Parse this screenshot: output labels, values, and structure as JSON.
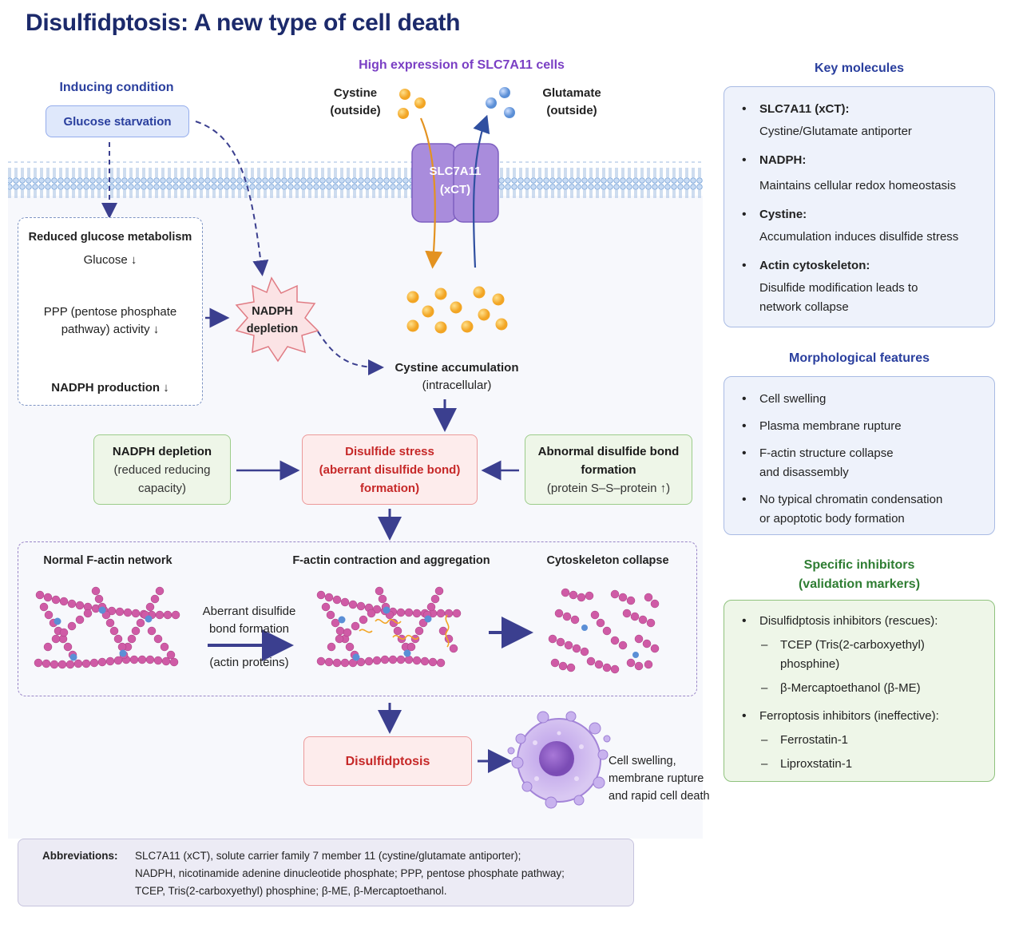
{
  "title": "Disulfidptosis: A new type of cell death",
  "header_high_expression": "High expression of SLC7A11 cells",
  "inducing": {
    "heading": "Inducing condition",
    "glucose_box": "Glucose starvation",
    "metab_title": "Reduced glucose metabolism",
    "glucose_down": "Glucose ↓",
    "ppp_line1": "PPP (pentose phosphate",
    "ppp_line2": "pathway) activity ↓",
    "nadph_production": "NADPH production ↓"
  },
  "nadph_burst": {
    "line1": "NADPH",
    "line2": "depletion"
  },
  "transporter": {
    "cystine_label_1": "Cystine",
    "cystine_label_2": "(outside)",
    "glutamate_label_1": "Glutamate",
    "glutamate_label_2": "(outside)",
    "name_1": "SLC7A11",
    "name_2": "(xCT)"
  },
  "cystine_accumulation": {
    "line1": "Cystine accumulation",
    "line2": "(intracellular)"
  },
  "middle_row": {
    "left_1": "NADPH depletion",
    "left_2": "(reduced reducing",
    "left_3": "capacity)",
    "center_1": "Disulfide stress",
    "center_2": "(aberrant disulfide bond)",
    "center_3": "formation)",
    "right_1": "Abnormal disulfide bond",
    "right_2": "formation",
    "right_3": "(protein S–S–protein ↑)"
  },
  "actin_panel": {
    "normal_title": "Normal F-actin network",
    "contraction_title": "F-actin contraction and aggregation",
    "collapse_title": "Cytoskeleton collapse",
    "arrow_label_1": "Aberrant disulfide",
    "arrow_label_2": "bond formation",
    "arrow_label_3": "(actin proteins)"
  },
  "outcome": {
    "box": "Disulfidptosis",
    "desc_1": "Cell swelling,",
    "desc_2": "membrane rupture",
    "desc_3": "and rapid cell death"
  },
  "key_molecules": {
    "heading": "Key molecules",
    "items": [
      {
        "name": "SLC7A11 (xCT):",
        "desc": "Cystine/Glutamate antiporter"
      },
      {
        "name": "NADPH:",
        "desc": "Maintains cellular redox homeostasis"
      },
      {
        "name": "Cystine:",
        "desc": "Accumulation induces disulfide stress"
      },
      {
        "name": "Actin cytoskeleton:",
        "desc": "Disulfide modification leads to",
        "desc2": "network collapse"
      }
    ]
  },
  "morphology": {
    "heading": "Morphological features",
    "items": [
      "Cell swelling",
      "Plasma membrane rupture",
      "F-actin structure collapse",
      "and disassembly",
      "No typical chromatin condensation",
      "or apoptotic body formation"
    ]
  },
  "inhibitors": {
    "heading_1": "Specific inhibitors",
    "heading_2": "(validation markers)",
    "group1": "Disulfidptosis inhibitors (rescues):",
    "g1_item1_a": "TCEP (Tris(2-carboxyethyl)",
    "g1_item1_b": "phosphine)",
    "g1_item2": "β-Mercaptoethanol (β-ME)",
    "group2": "Ferroptosis inhibitors (ineffective):",
    "g2_item1": "Ferrostatin-1",
    "g2_item2": "Liproxstatin-1"
  },
  "abbreviations": {
    "label": "Abbreviations:",
    "line1": "SLC7A11 (xCT), solute carrier family 7 member 11 (cystine/glutamate antiporter);",
    "line2": "NADPH, nicotinamide adenine dinucleotide phosphate; PPP, pentose phosphate pathway;",
    "line3": "TCEP, Tris(2-carboxyethyl) phosphine; β-ME, β-Mercaptoethanol."
  },
  "colors": {
    "title": "#1c2a6b",
    "arrow": "#3b3f8f",
    "cystine": "#f2a524",
    "glutamate": "#5b8fd6",
    "transporter": "#9f83d6",
    "actin": "#c9589e"
  }
}
